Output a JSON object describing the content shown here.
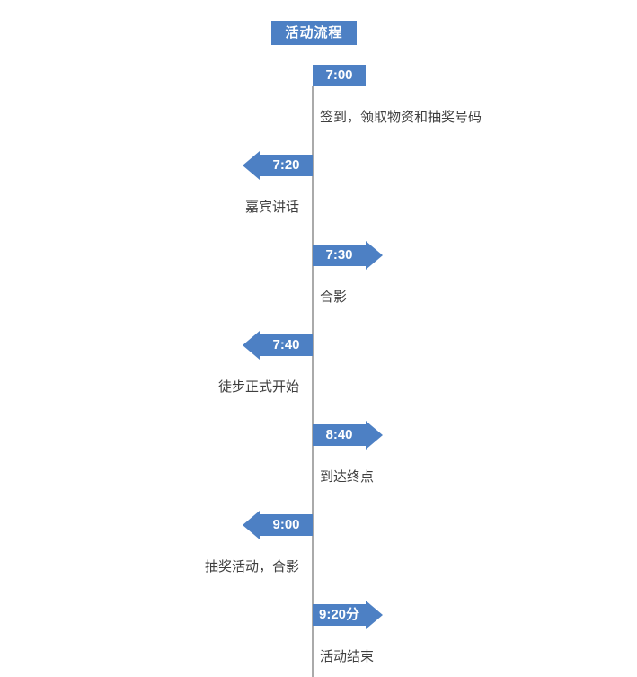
{
  "title": "活动流程",
  "colors": {
    "accent": "#4d80c4",
    "axis_line": "#aaaaaa",
    "description_text": "#3f3f3f",
    "time_text": "#ffffff"
  },
  "timeline": {
    "items": [
      {
        "time": "7:00",
        "description": "签到，领取物资和抽奖号码",
        "side": "right",
        "arrowhead": false
      },
      {
        "time": "7:20",
        "description": "嘉宾讲话",
        "side": "left",
        "arrowhead": true
      },
      {
        "time": "7:30",
        "description": "合影",
        "side": "right",
        "arrowhead": true
      },
      {
        "time": "7:40",
        "description": "徒步正式开始",
        "side": "left",
        "arrowhead": true
      },
      {
        "time": "8:40",
        "description": "到达终点",
        "side": "right",
        "arrowhead": true
      },
      {
        "time": "9:00",
        "description": "抽奖活动，合影",
        "side": "left",
        "arrowhead": true
      },
      {
        "time": "9:20分",
        "description": "活动结束",
        "side": "right",
        "arrowhead": true
      }
    ]
  }
}
